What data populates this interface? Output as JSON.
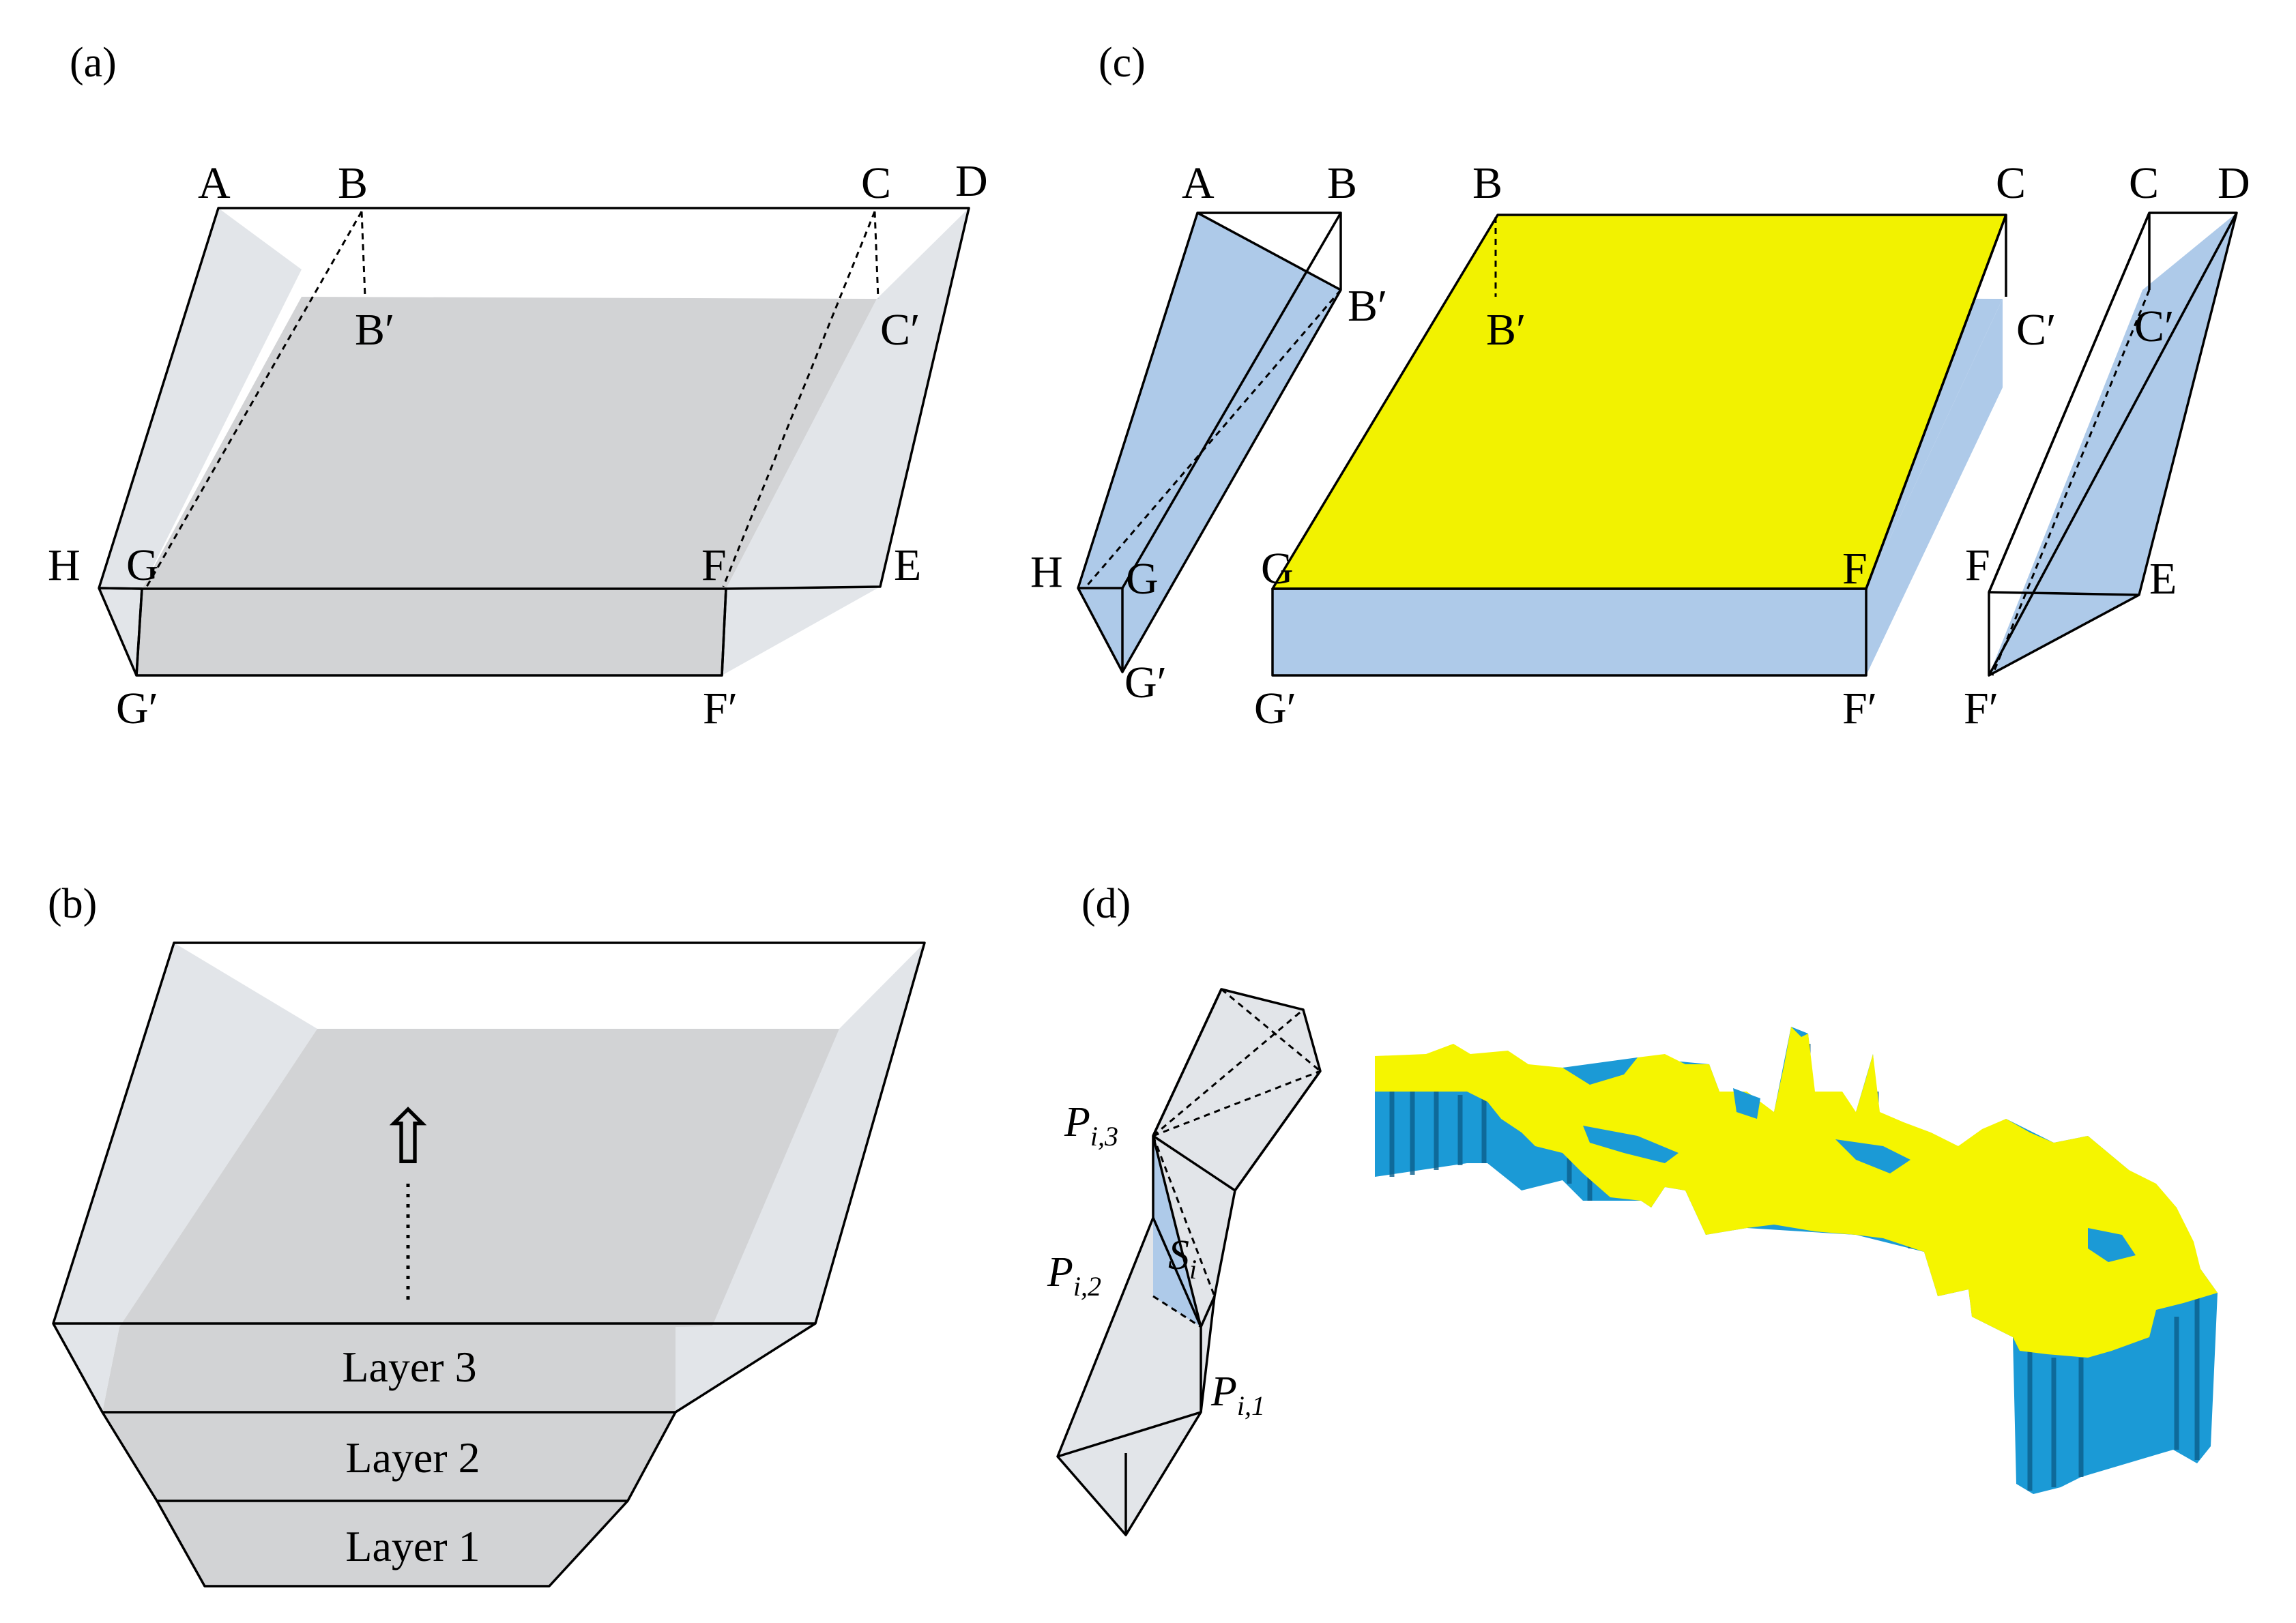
{
  "panels": {
    "a": "(a)",
    "b": "(b)",
    "c": "(c)",
    "d": "(d)"
  },
  "labels_a": {
    "A": "A",
    "B": "B",
    "C": "C",
    "D": "D",
    "B_prime": "B′",
    "C_prime": "C′",
    "H": "H",
    "G": "G",
    "F": "F",
    "E": "E",
    "G_prime": "G′",
    "F_prime": "F′"
  },
  "labels_c": {
    "A": "A",
    "B_left": "B",
    "B_prime_left": "B′",
    "H": "H",
    "G_left": "G",
    "G_prime_left": "G′",
    "B_mid": "B",
    "C_mid": "C",
    "B_prime_mid": "B′",
    "C_prime_mid": "C′",
    "G_mid": "G",
    "F_mid": "F",
    "G_prime_mid": "G′",
    "F_prime_mid": "F′",
    "C_right": "C",
    "D": "D",
    "C_prime_right": "C′",
    "F_right": "F",
    "E": "E",
    "F_prime_right": "F′"
  },
  "layers": {
    "layer3": "Layer 3",
    "layer2": "Layer 2",
    "layer1": "Layer 1"
  },
  "labels_d": {
    "P": "P",
    "i3": "i,3",
    "i2": "i,2",
    "i1": "i,1",
    "S": "S",
    "S_sub": "i"
  },
  "arrow_glyph": "⇧",
  "colors": {
    "top_face": "#f2f200",
    "side_face": "#aecae9",
    "model_wall": "#1b9ad6",
    "model_top": "#f5f500"
  }
}
